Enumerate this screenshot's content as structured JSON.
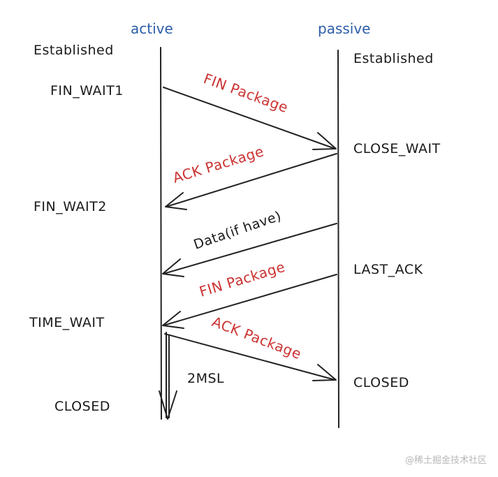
{
  "roles": {
    "active": "active",
    "passive": "passive"
  },
  "states_left": {
    "established": "Established",
    "fin_wait1": "FIN_WAIT1",
    "fin_wait2": "FIN_WAIT2",
    "time_wait": "TIME_WAIT",
    "closed": "CLOSED"
  },
  "states_right": {
    "established": "Established",
    "close_wait": "CLOSE_WAIT",
    "last_ack": "LAST_ACK",
    "closed": "CLOSED"
  },
  "messages": {
    "fin1": "FIN Package",
    "ack1": "ACK Package",
    "data": "Data(if have)",
    "fin2": "FIN Package",
    "ack2": "ACK Package"
  },
  "timer": "2MSL",
  "watermark": "@稀土掘金技术社区",
  "colors": {
    "message": "#cc3333",
    "role": "#2c5da8",
    "ink": "#1a1a1a"
  }
}
